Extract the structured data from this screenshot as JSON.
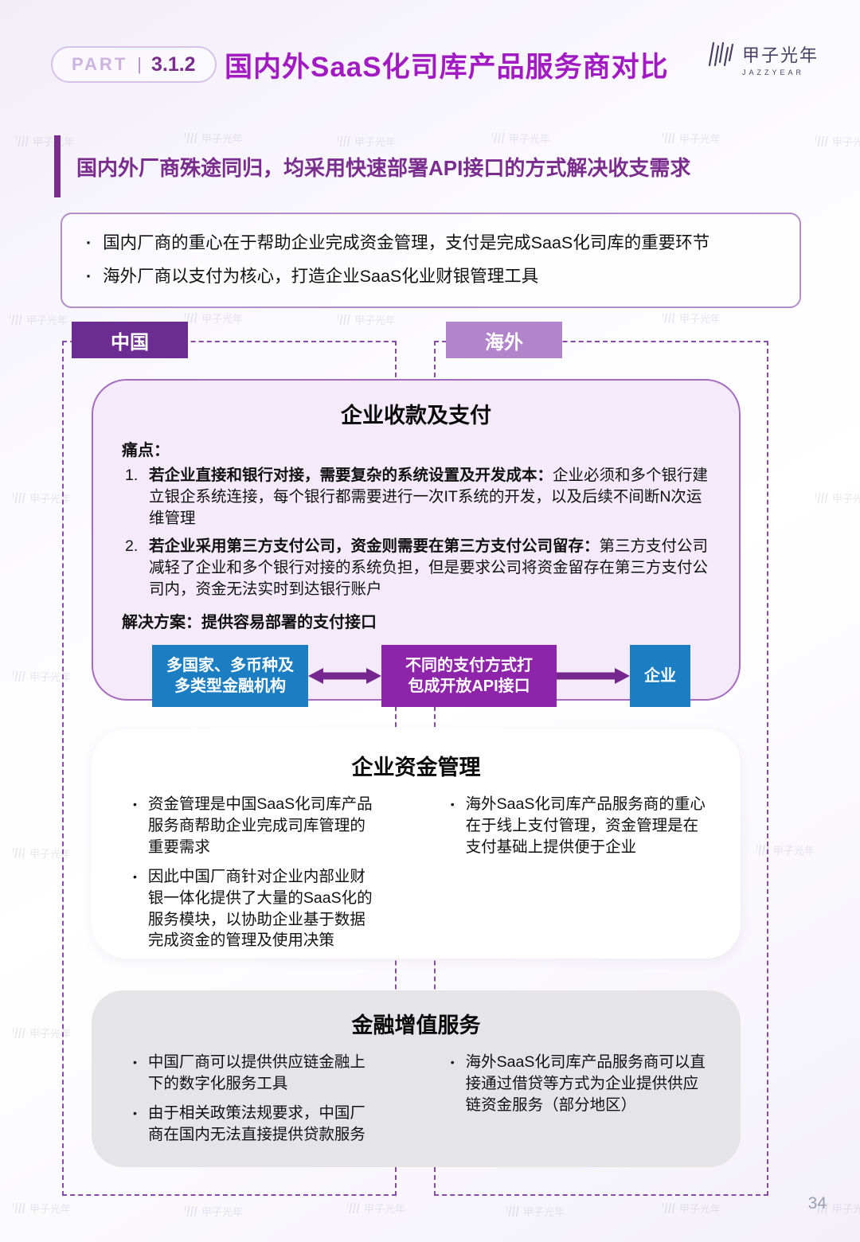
{
  "page": {
    "part_label": "PART",
    "part_number": "3.1.2",
    "title": "国内外SaaS化司库产品服务商对比",
    "page_number": "34"
  },
  "logo": {
    "name": "甲子光年",
    "subtitle": "JAZZYEAR"
  },
  "watermark": "甲子光年",
  "colors": {
    "accent_purple": "#7b2d8e",
    "title_purple": "#a21bc2",
    "china_label": "#6b2d91",
    "overseas_label": "#b184cc",
    "flow_blue": "#1b7ec2",
    "flow_purple": "#8e24aa",
    "card1_bg": "#f4eaf9",
    "card3_bg": "#e5e4e7"
  },
  "section": {
    "heading": "国内外厂商殊途同归，均采用快速部署API接口的方式解决收支需求"
  },
  "summary": {
    "bullets": [
      "国内厂商的重心在于帮助企业完成资金管理，支付是完成SaaS化司库的重要环节",
      "海外厂商以支付为核心，打造企业SaaS化业财银管理工具"
    ]
  },
  "columns": {
    "china_label": "中国",
    "overseas_label": "海外"
  },
  "card1": {
    "title": "企业收款及支付",
    "pain_label": "痛点：",
    "items": [
      {
        "num": "1.",
        "bold": "若企业直接和银行对接，需要复杂的系统设置及开发成本：",
        "text": "企业必须和多个银行建立银企系统连接，每个银行都需要进行一次IT系统的开发，以及后续不间断N次运维管理"
      },
      {
        "num": "2.",
        "bold": "若企业采用第三方支付公司，资金则需要在第三方支付公司留存：",
        "text": "第三方支付公司减轻了企业和多个银行对接的系统负担，但是要求公司将资金留存在第三方支付公司内，资金无法实时到达银行账户"
      }
    ],
    "solution_label": "解决方案：",
    "solution_text": "提供容易部署的支付接口",
    "flow": {
      "left_box": "多国家、多币种及\n多类型金融机构",
      "middle_box": "不同的支付方式打\n包成开放API接口",
      "right_box": "企业"
    }
  },
  "card2": {
    "title": "企业资金管理",
    "left_bullets": [
      "资金管理是中国SaaS化司库产品服务商帮助企业完成司库管理的重要需求",
      "因此中国厂商针对企业内部业财银一体化提供了大量的SaaS化的服务模块，以协助企业基于数据完成资金的管理及使用决策"
    ],
    "right_bullets": [
      "海外SaaS化司库产品服务商的重心在于线上支付管理，资金管理是在支付基础上提供便于企业"
    ]
  },
  "card3": {
    "title": "金融增值服务",
    "left_bullets": [
      "中国厂商可以提供供应链金融上下的数字化服务工具",
      "由于相关政策法规要求，中国厂商在国内无法直接提供贷款服务"
    ],
    "right_bullets": [
      "海外SaaS化司库产品服务商可以直接通过借贷等方式为企业提供供应链资金服务（部分地区）"
    ]
  }
}
